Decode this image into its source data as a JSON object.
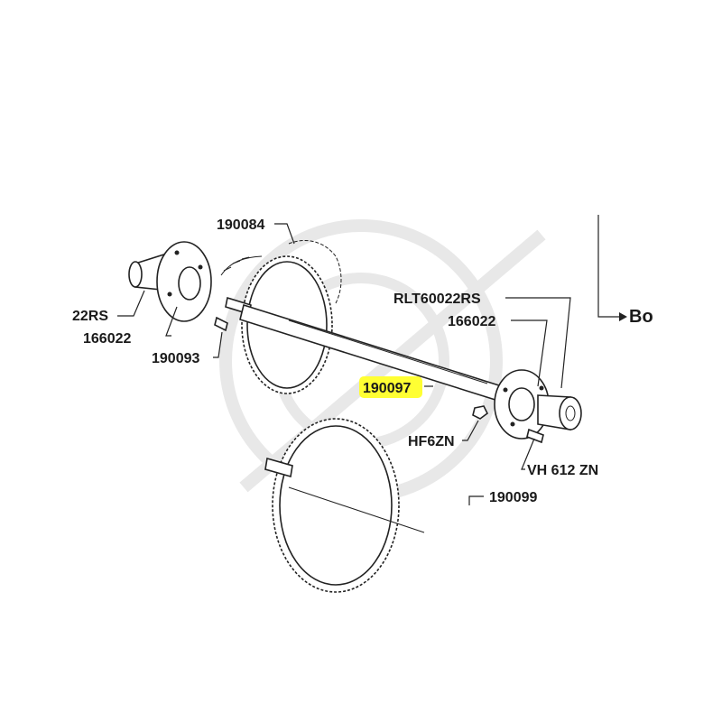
{
  "colors": {
    "highlight": "#ffff33",
    "ink": "#1a1a1a",
    "watermark": "#e6e6e6"
  },
  "labels": {
    "p190084": "190084",
    "p22rs": "22RS",
    "p166022_left": "166022",
    "p190093": "190093",
    "p190097": "190097",
    "prlt": "RLT60022RS",
    "p166022_right": "166022",
    "phf6zn": "HF6ZN",
    "pvh612": "VH 612 ZN",
    "p190099": "190099",
    "pbo": "Bo"
  }
}
